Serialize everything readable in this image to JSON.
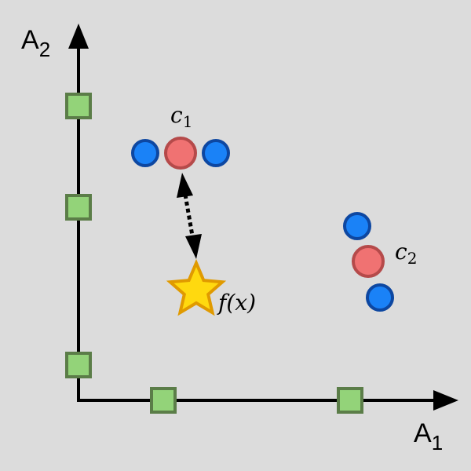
{
  "axes": {
    "x_label_main": "A",
    "x_label_sub": "1",
    "y_label_main": "A",
    "y_label_sub": "2"
  },
  "clusters": [
    {
      "label_main": "c",
      "label_sub": "1"
    },
    {
      "label_main": "c",
      "label_sub": "2"
    }
  ],
  "query": {
    "label": "f(x)"
  },
  "colors": {
    "background": "#dcdcdc",
    "axis": "#000000",
    "square_fill": "#93d379",
    "square_stroke": "#5b7d48",
    "centroid_fill": "#f07272",
    "centroid_stroke": "#b54a4a",
    "point_fill": "#1a82f7",
    "point_stroke": "#0d47a1",
    "star_fill": "#ffd90f",
    "star_stroke": "#e09a00"
  },
  "icons": {
    "square": "square-marker-icon",
    "centroid": "centroid-circle-icon",
    "point": "data-point-icon",
    "star": "star-icon"
  }
}
